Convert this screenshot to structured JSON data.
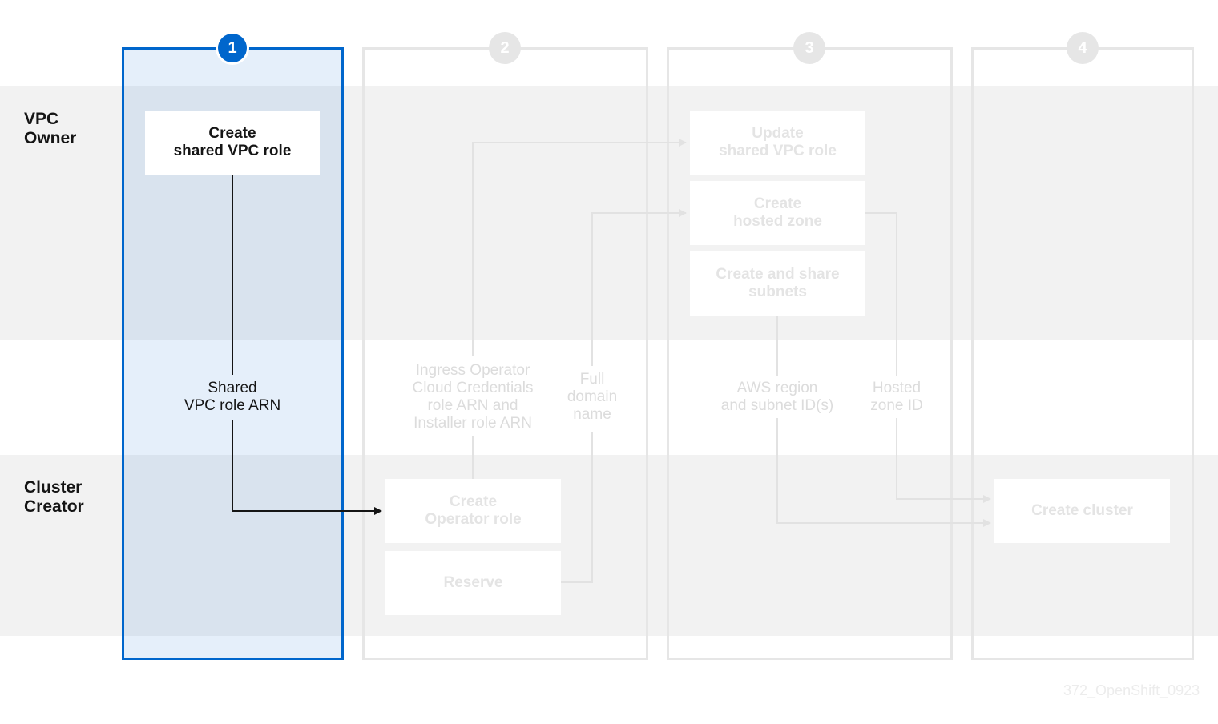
{
  "lanes": {
    "vpc_owner": "VPC\nOwner",
    "cluster_creator": "Cluster\nCreator"
  },
  "steps": [
    "1",
    "2",
    "3",
    "4"
  ],
  "active_step": "1",
  "nodes": {
    "create_shared_vpc_role": "Create\nshared VPC role",
    "update_shared_vpc_role": "Update\nshared VPC role",
    "create_hosted_zone": "Create\nhosted zone",
    "create_share_subnets": "Create and share\nsubnets",
    "create_operator_role": "Create\nOperator role",
    "reserve": "Reserve",
    "create_cluster": "Create cluster"
  },
  "flows": {
    "shared_vpc_role_arn": "Shared\nVPC role ARN",
    "ingress_operator": "Ingress Operator\nCloud Credentials\nrole ARN and\nInstaller role ARN",
    "full_domain_name": "Full\ndomain\nname",
    "aws_region_subnets": "AWS region\nand subnet ID(s)",
    "hosted_zone_id": "Hosted\nzone ID"
  },
  "footer_code": "372_OpenShift_0923",
  "colors": {
    "accent": "#0066cc",
    "band": "#f2f2f2",
    "inactive": "#e6e6e6",
    "text": "#151515"
  }
}
